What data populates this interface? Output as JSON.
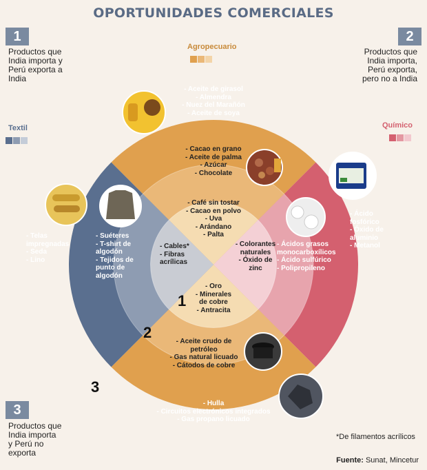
{
  "title": "OPORTUNIDADES COMERCIALES",
  "corners": {
    "c1": {
      "num": "1",
      "text_lines": [
        "Productos que",
        "India importa y",
        "Perú exporta a",
        "India"
      ]
    },
    "c2": {
      "num": "2",
      "text_lines": [
        "Productos que",
        "India importa,",
        "Perú exporta,",
        "pero no a India"
      ]
    },
    "c3": {
      "num": "3",
      "text_lines": [
        "Productos que",
        "India importa",
        "y Perú no",
        "exporta"
      ]
    }
  },
  "categories": {
    "agro": {
      "label": "Agropecuario",
      "color": "#e0a04e"
    },
    "textil": {
      "label": "Textil",
      "color": "#5a6f8f"
    },
    "quimico": {
      "label": "Químico",
      "color": "#d4606f"
    }
  },
  "outer": {
    "agro": [
      "- Aceite de girasol",
      "- Almendra",
      "- Nuez del Marañón",
      "- Aceite de soya"
    ],
    "textil": [
      "- Telas",
      "impregnadas",
      "- Seda",
      "- Lino"
    ],
    "quimico": [
      "- Ácido",
      "fosfórico",
      "- Óxido de",
      "aluminio",
      "- Metanol"
    ],
    "bottom": [
      "- Hulla",
      "- Circuitos electrónicos integrados",
      "- Gas propano licuado"
    ]
  },
  "middle": {
    "agro": [
      "- Cacao en grano",
      "- Aceite de palma",
      "- Azúcar",
      "- Chocolate"
    ],
    "textil": [
      "- Suéteres",
      "- T-shirt de",
      "algodón",
      "- Tejidos de",
      "punto de",
      "algodón"
    ],
    "quimico": [
      "- Ácidos grasos",
      "monocarboxílicos",
      "- Ácido sulfúrico",
      "- Polipropileno"
    ],
    "bottom": [
      "- Aceite crudo de",
      "petróleo",
      "- Gas natural licuado",
      "- Cátodos de cobre"
    ]
  },
  "inner": {
    "agro": [
      "- Café sin tostar",
      "- Cacao en polvo",
      "- Uva",
      "- Arándano",
      "- Palta"
    ],
    "textil": [
      "- Cables*",
      "- Fibras",
      "acrílicas"
    ],
    "quimico": [
      "- Colorantes",
      "naturales",
      "- Óxido de",
      "zinc"
    ],
    "bottom": [
      "- Oro",
      "- Minerales",
      "de cobre",
      "- Antracita"
    ]
  },
  "ring_numbers": {
    "inner": "1",
    "middle": "2",
    "outer": "3"
  },
  "footnote": "*De filamentos acrílicos",
  "source_label": "Fuente:",
  "source_text": " Sunat, Mincetur"
}
